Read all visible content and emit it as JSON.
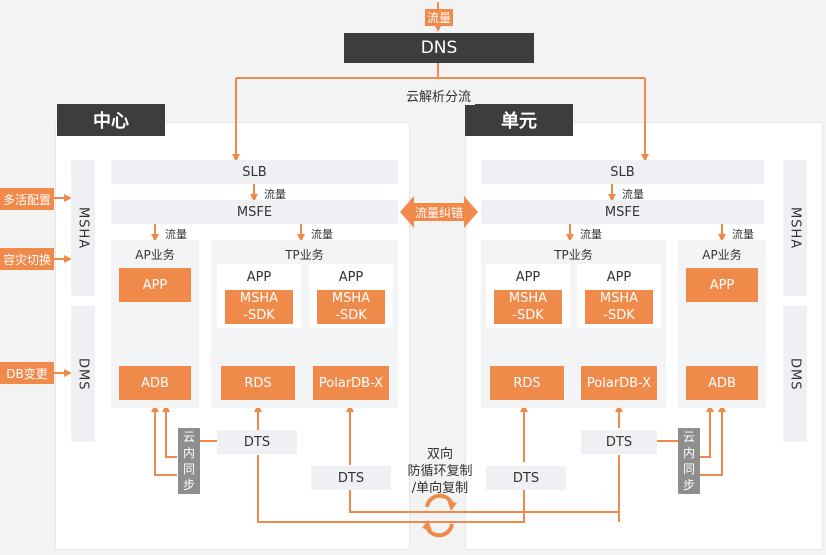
{
  "diagram": {
    "top_flow_label": "流量",
    "dns_label": "DNS",
    "cloud_split_label": "云解析分流",
    "center": {
      "title": "中心",
      "slb": "SLB",
      "msfe": "MSFE",
      "flow": "流量",
      "msha": "MSHA",
      "dms": "DMS",
      "ap_title": "AP业务",
      "tp_title": "TP业务",
      "app": "APP",
      "msha_sdk_line1": "MSHA",
      "msha_sdk_line2": "-SDK",
      "adb": "ADB",
      "rds": "RDS",
      "polardb": "PolarDB-X",
      "dts": "DTS",
      "sync_chars": [
        "云",
        "内",
        "同",
        "步"
      ]
    },
    "unit": {
      "title": "单元",
      "slb": "SLB",
      "msfe": "MSFE",
      "flow": "流量",
      "msha": "MSHA",
      "dms": "DMS",
      "ap_title": "AP业务",
      "tp_title": "TP业务",
      "app": "APP",
      "msha_sdk_line1": "MSHA",
      "msha_sdk_line2": "-SDK",
      "adb": "ADB",
      "rds": "RDS",
      "polardb": "PolarDB-X",
      "dts": "DTS",
      "sync_chars": [
        "云",
        "内",
        "同",
        "步"
      ]
    },
    "flow_correction": "流量纠错",
    "shared_dts": "DTS",
    "replication_lines": [
      "双向",
      "防循环复制",
      "/单向复制"
    ],
    "left_tags": [
      "多活配置",
      "容灾切换",
      "DB变更"
    ],
    "accent_color": "#f08a4b",
    "dark_color": "#3d3d3d"
  }
}
